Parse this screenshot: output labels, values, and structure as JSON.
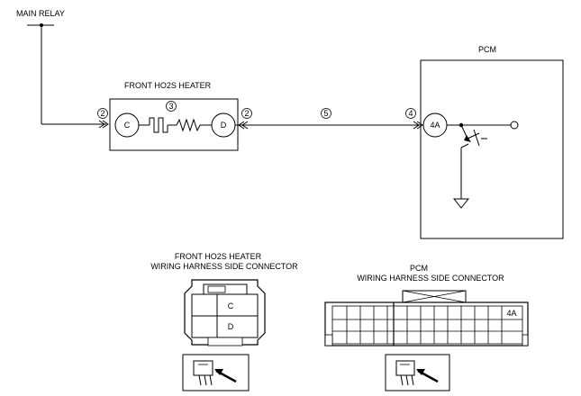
{
  "top_label": "MAIN RELAY",
  "heater": {
    "title": "FRONT HO2S HEATER",
    "terminal_left": "C",
    "terminal_right": "D",
    "element_marker": "3",
    "marker_left": "2",
    "marker_right": "2"
  },
  "wire_marker": "5",
  "pcm": {
    "title": "PCM",
    "terminal": "4A",
    "terminal_marker": "4"
  },
  "heater_connector": {
    "title_line1": "FRONT HO2S HEATER",
    "title_line2": "WIRING HARNESS SIDE CONNECTOR",
    "pins": [
      "C",
      "D"
    ]
  },
  "pcm_connector": {
    "title_line1": "PCM",
    "title_line2": "WIRING HARNESS SIDE CONNECTOR",
    "pin": "4A"
  }
}
